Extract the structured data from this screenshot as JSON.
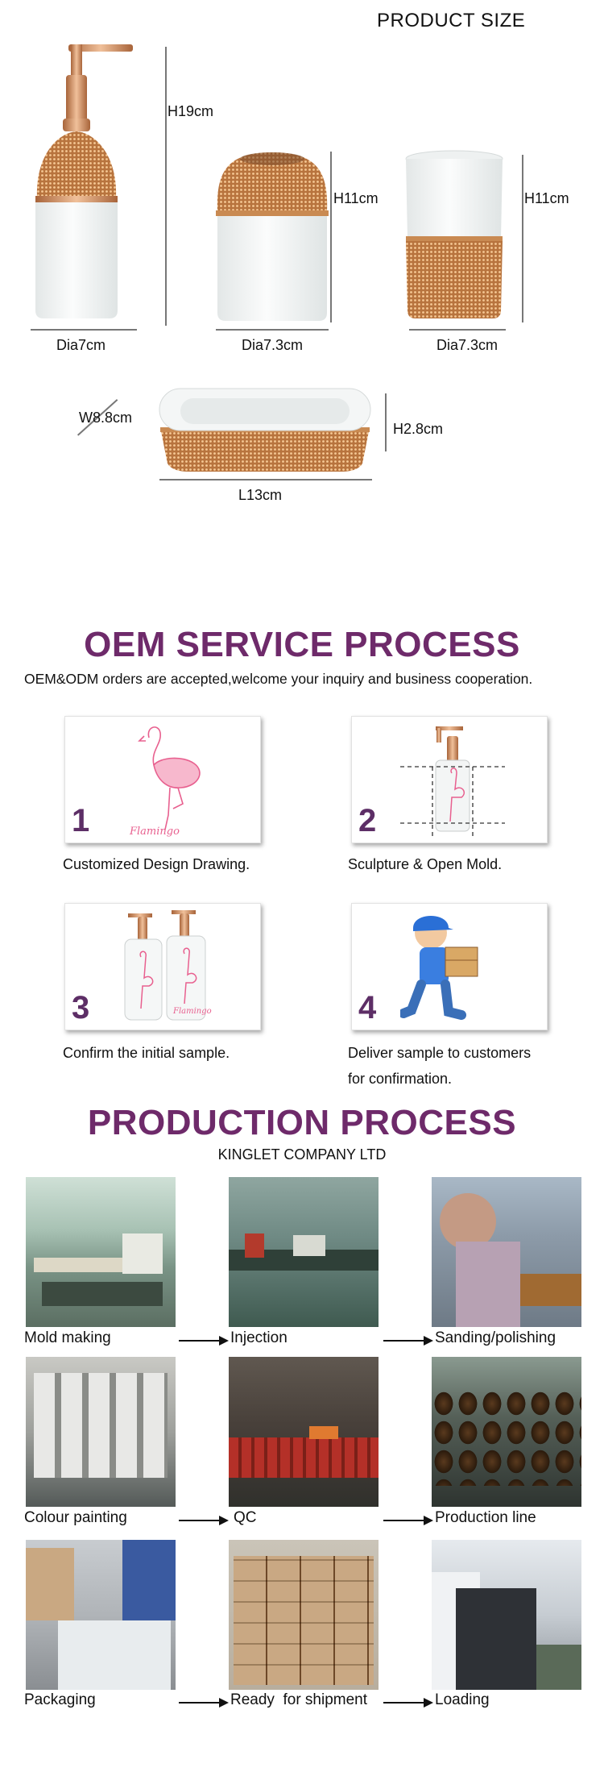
{
  "product_size": {
    "heading": "PRODUCT SIZE",
    "dims": {
      "dispenser_height": "H19cm",
      "dispenser_dia": "Dia7cm",
      "holder_height": "H11cm",
      "holder_dia": "Dia7.3cm",
      "tumbler_height": "H11cm",
      "tumbler_dia": "Dia7.3cm",
      "dish_width": "W8.8cm",
      "dish_height": "H2.8cm",
      "dish_length": "L13cm"
    }
  },
  "oem": {
    "title": "OEM SERVICE PROCESS",
    "subtitle": "OEM&ODM orders are accepted,welcome your inquiry and business cooperation.",
    "steps": [
      {
        "num": "1",
        "caption": "Customized Design Drawing.",
        "sketch_text": "Flamingo"
      },
      {
        "num": "2",
        "caption": "Sculpture & Open Mold."
      },
      {
        "num": "3",
        "caption": "Confirm the initial sample.",
        "bottle_text": "Flamingo"
      },
      {
        "num": "4",
        "caption_line1": "Deliver sample to customers",
        "caption_line2": "for confirmation."
      }
    ]
  },
  "production": {
    "title": "PRODUCTION PROCESS",
    "company": "KINGLET COMPANY LTD",
    "steps": [
      {
        "label": "Mold making"
      },
      {
        "label": "Injection"
      },
      {
        "label": "Sanding/polishing"
      },
      {
        "label": "Colour painting"
      },
      {
        "label": "QC"
      },
      {
        "label": "Production line"
      },
      {
        "label": "Packaging"
      },
      {
        "label": "Ready  for shipment"
      },
      {
        "label": "Loading"
      }
    ]
  },
  "colors": {
    "accent_purple": "#6e2a6a",
    "rose_gold": "#c98a52",
    "ceramic_white": "#f2f4f4"
  }
}
